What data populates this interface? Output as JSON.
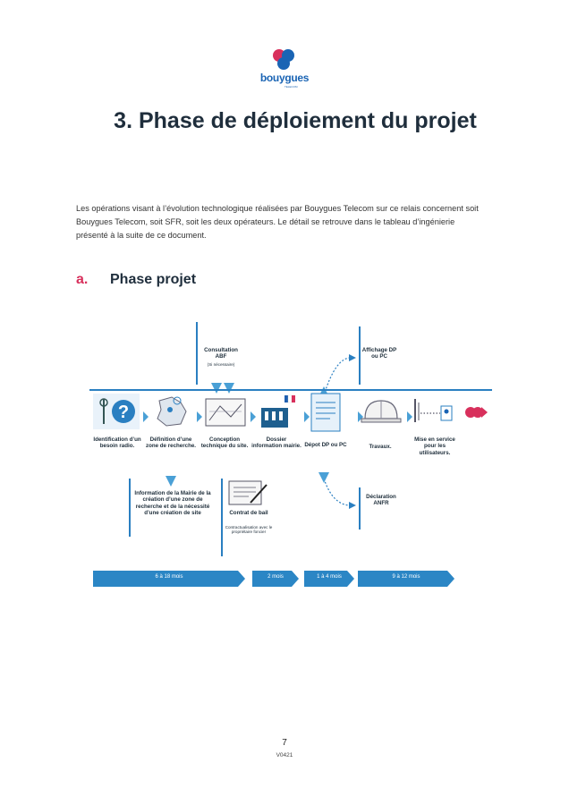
{
  "header": {
    "logo_text": "bouygues",
    "logo_subtext": "TELECOM",
    "title": "3. Phase de déploiement du projet"
  },
  "intro": {
    "paragraph": "Les opérations visant à l’évolution technologique réalisées par Bouygues Telecom sur ce relais concernent soit Bouygues Telecom, soit SFR, soit les deux opérateurs. Le détail se retrouve dans le tableau d’ingénierie présenté à la suite de ce document."
  },
  "section": {
    "letter": "a.",
    "title": "Phase projet"
  },
  "diagram": {
    "steps": {
      "identification": "Identification d’un besoin radio.",
      "definition": "Définition d’une zone de recherche.",
      "conception": "Conception technique du site.",
      "dossier": "Dossier information mairie.",
      "depot": "Dépot DP ou PC",
      "travaux": "Travaux.",
      "mise_en_service": "Mise en service pour les utilisateurs."
    },
    "consultation": {
      "title": "Consultation ABF",
      "note": "(Si nécessaire)"
    },
    "affichage": "Affichage DP ou PC",
    "declaration": "Déclaration ANFR",
    "information_mairie": "Information de la Mairie de la création d’une zone de recherche et de la nécessité d’une création de site",
    "contrat": {
      "title": "Contrat de bail",
      "note": "Contractualisation avec le propriétaire foncier"
    },
    "durations": [
      "6 à 18 mois",
      "2 mois",
      "1 à 4 mois",
      "9 à 12 mois"
    ],
    "colors": {
      "accent": "#2a7fc1",
      "bar": "#2b86c5",
      "logo_red": "#d8305c"
    }
  },
  "footer": {
    "page_number": "7",
    "version": "V0421"
  }
}
